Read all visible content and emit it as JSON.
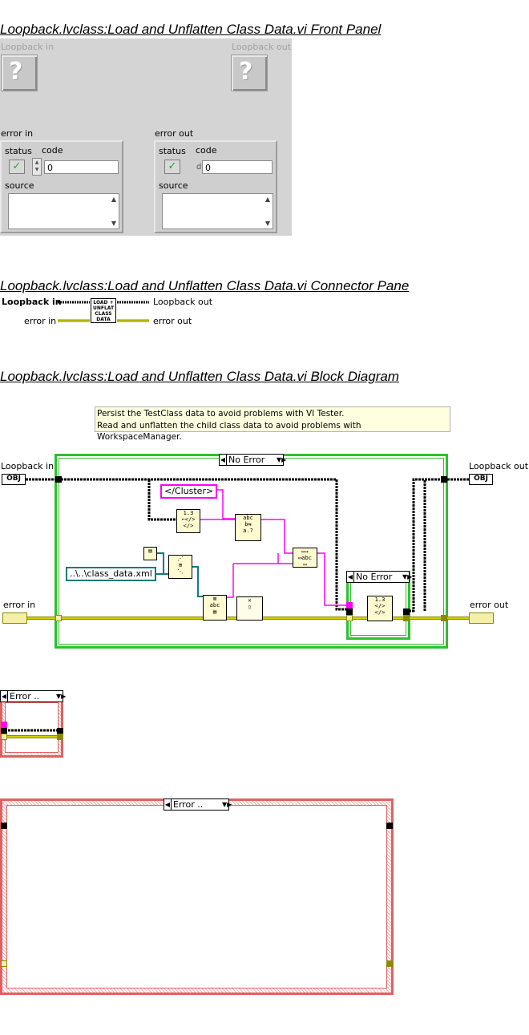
{
  "headings": {
    "front_panel": "Loopback.lvclass:Load and Unflatten Class Data.vi Front Panel",
    "connector_pane": "Loopback.lvclass:Load and Unflatten Class Data.vi Connector Pane",
    "block_diagram": "Loopback.lvclass:Load and Unflatten Class Data.vi Block Diagram"
  },
  "front_panel": {
    "loopback_in_label": "Loopback in",
    "loopback_out_label": "Loopback out",
    "error_in": {
      "label": "error in",
      "status_label": "status",
      "code_label": "code",
      "code_value": "0",
      "source_label": "source"
    },
    "error_out": {
      "label": "error out",
      "status_label": "status",
      "code_label": "code",
      "code_value": "0",
      "code_prefix": "d",
      "source_label": "source"
    }
  },
  "connector_pane": {
    "loopback_in": "Loopback in",
    "loopback_out": "Loopback out",
    "error_in": "error in",
    "error_out": "error out",
    "icon_text": [
      "LOAD +",
      "UNFLAT",
      "CLASS",
      "DATA"
    ]
  },
  "block_diagram": {
    "comment_lines": [
      "Persist the TestClass data to avoid problems with VI Tester.",
      "Read and unflatten the child class data to avoid problems with WorkspaceManager."
    ],
    "loopback_in_label": "Loopback in",
    "loopback_out_label": "Loopback out",
    "error_in_label": "error in",
    "error_out_label": "error out",
    "obj_terminal": "OBJ",
    "outer_case_selector": "No Error",
    "inner_case_selector": "No Error",
    "string_constant": "</Cluster>",
    "path_constant": "..\\..\\class_data.xml",
    "error_case_small": "Error ..",
    "error_case_large": "Error .."
  },
  "colors": {
    "case_structure_green": "#2ec02e",
    "error_case_red": "#e05050",
    "error_wire": "#c8c800",
    "string_wire": "#ff00ff",
    "path_wire": "#127a7a",
    "class_wire": "#000000"
  }
}
